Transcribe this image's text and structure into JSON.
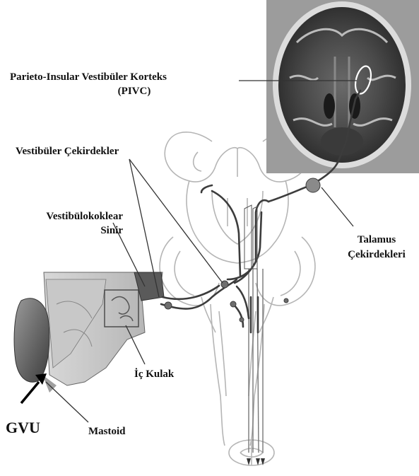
{
  "labels": {
    "pivc": "Parieto-Insular Vestibüler Korteks",
    "pivc_abbr": "(PIVC)",
    "vestibular_nuclei": "Vestibüler Çekirdekler",
    "vestibulocochlear_1": "Vestibülokoklear",
    "vestibulocochlear_2": "Sinir",
    "thalamus_1": "Talamus",
    "thalamus_2": "Çekirdekleri",
    "inner_ear": "İç Kulak",
    "gvu": "GVU",
    "mastoid": "Mastoid"
  },
  "colors": {
    "pathway": "#3c3c3c",
    "outline": "#b5b5b5",
    "mri_bg": "#9c9c9c",
    "pivc_marker": "#ffffff",
    "ear_skin": "#7a7a7a"
  }
}
